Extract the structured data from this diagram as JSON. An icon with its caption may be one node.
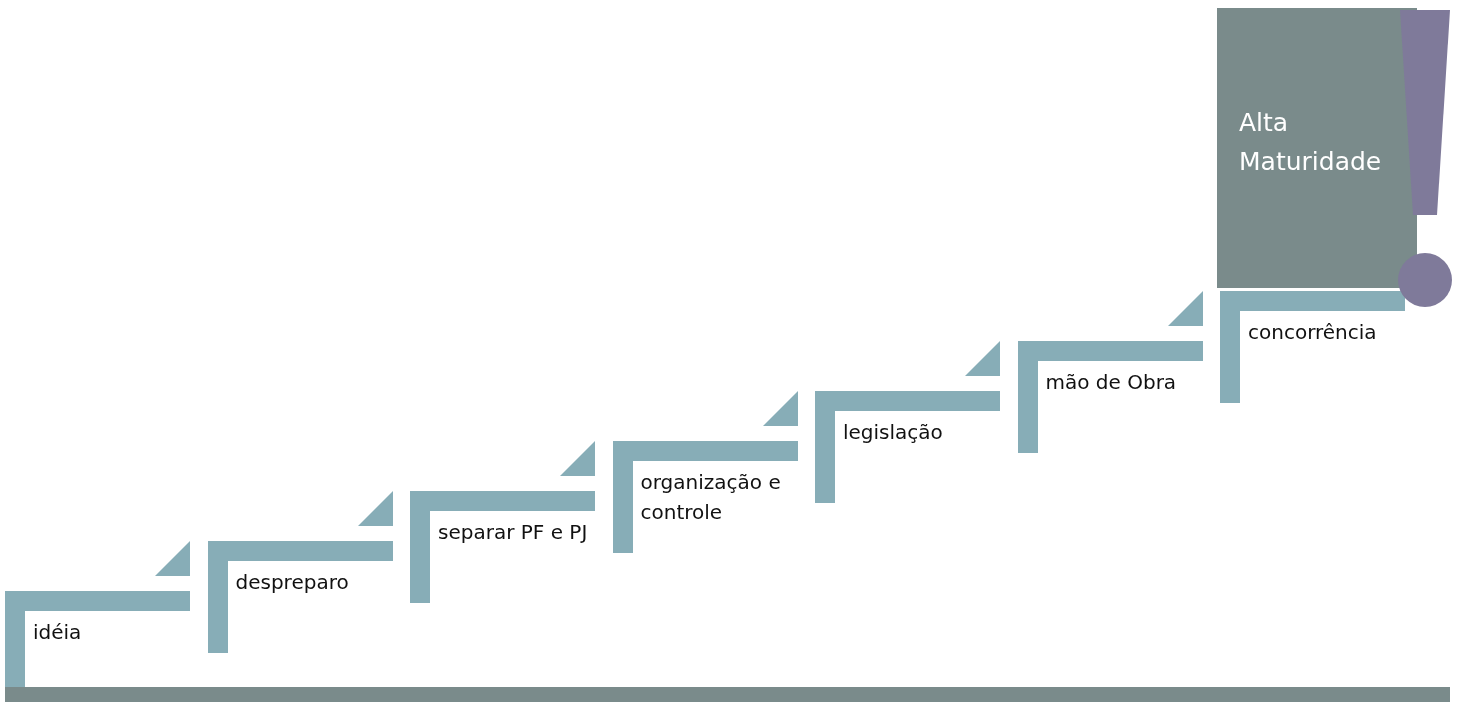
{
  "diagram": {
    "nodes": [
      {
        "text": [
          "idéia"
        ]
      },
      {
        "text": [
          "despreparo"
        ]
      },
      {
        "text": [
          "separar PF e PJ"
        ]
      },
      {
        "text": [
          "organização e controle"
        ]
      },
      {
        "text": [
          "legislação"
        ]
      },
      {
        "text": [
          "mão de Obra"
        ]
      },
      {
        "text": [
          "concorrência"
        ]
      },
      {
        "text": [
          "Alta Maturidade"
        ]
      },
      {
        "text": [],
        "shape": "bar"
      }
    ]
  }
}
